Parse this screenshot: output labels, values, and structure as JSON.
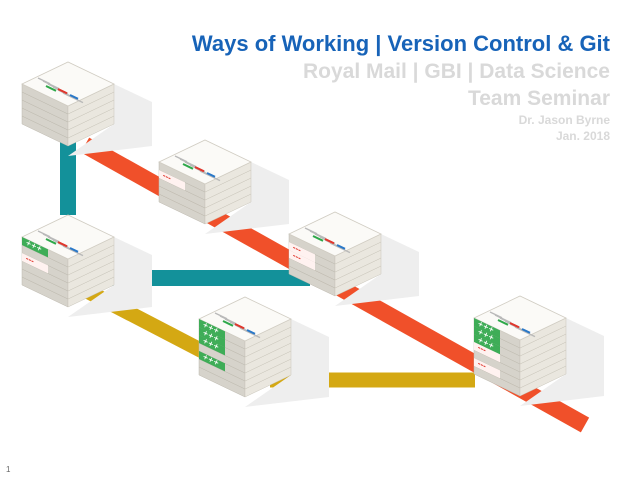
{
  "slide": {
    "title": "Ways of Working | Version Control & Git",
    "subtitle_1": "Royal Mail | GBI | Data Science",
    "subtitle_2": "Team Seminar",
    "author": "Dr. Jason Byrne",
    "date": "Jan. 2018",
    "page_number": "1"
  },
  "colors": {
    "title": "#1763b8",
    "subtitle": "#d9d9d9",
    "branch_main": "#f0502a",
    "branch_teal": "#13919a",
    "branch_gold": "#d4a813",
    "diff_add": "#2ea84a",
    "diff_remove": "#e0362c"
  },
  "icons": {
    "commit_stack": "stack-of-documents-icon",
    "diff_add": "plus-signs-icon",
    "diff_remove": "minus-signs-icon"
  },
  "diff_marks": {
    "add": "+++",
    "remove": "---"
  }
}
